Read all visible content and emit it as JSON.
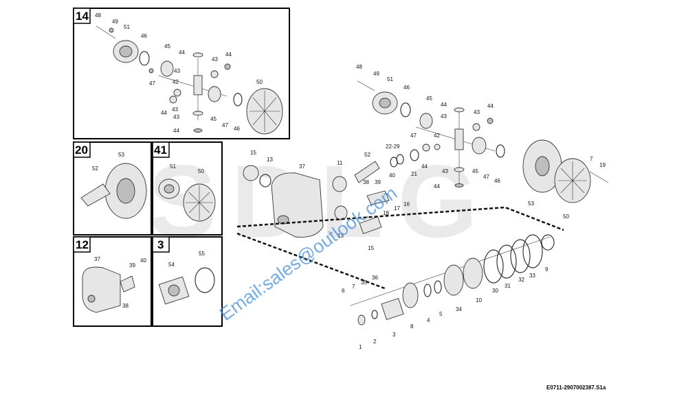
{
  "document_id": "E0711-2907002387.S1a",
  "watermark": {
    "logo": "SDLG",
    "email": "Email:sales@outlook.com"
  },
  "inset_boxes": [
    {
      "id": "14",
      "labels": [
        "48",
        "49",
        "51",
        "46",
        "45",
        "44",
        "43",
        "44",
        "42",
        "43",
        "47",
        "50",
        "44",
        "43",
        "45",
        "47",
        "46",
        "43",
        "44"
      ]
    },
    {
      "id": "20",
      "labels": [
        "53",
        "52"
      ]
    },
    {
      "id": "41",
      "labels": [
        "51",
        "50"
      ]
    },
    {
      "id": "12",
      "labels": [
        "37",
        "40",
        "39",
        "38"
      ]
    },
    {
      "id": "3",
      "labels": [
        "55",
        "54"
      ]
    }
  ],
  "main_labels": {
    "upper": [
      "48",
      "49",
      "51",
      "46",
      "45",
      "44",
      "44",
      "43",
      "47",
      "43",
      "42",
      "43",
      "44",
      "45",
      "47",
      "46",
      "44",
      "7",
      "19",
      "53",
      "50",
      "22-29",
      "52",
      "21",
      "11",
      "38",
      "39",
      "40",
      "18",
      "17",
      "16",
      "15",
      "13",
      "37",
      "13",
      "15"
    ],
    "lower": [
      "6",
      "7",
      "35",
      "36",
      "1",
      "2",
      "3",
      "8",
      "4",
      "5",
      "34",
      "10",
      "30",
      "31",
      "32",
      "33",
      "9"
    ]
  },
  "colors": {
    "line": "#333333",
    "part_fill": "#e6e6e6",
    "part_dark": "#bdbdbd",
    "watermark_text": "#4a90d9"
  }
}
